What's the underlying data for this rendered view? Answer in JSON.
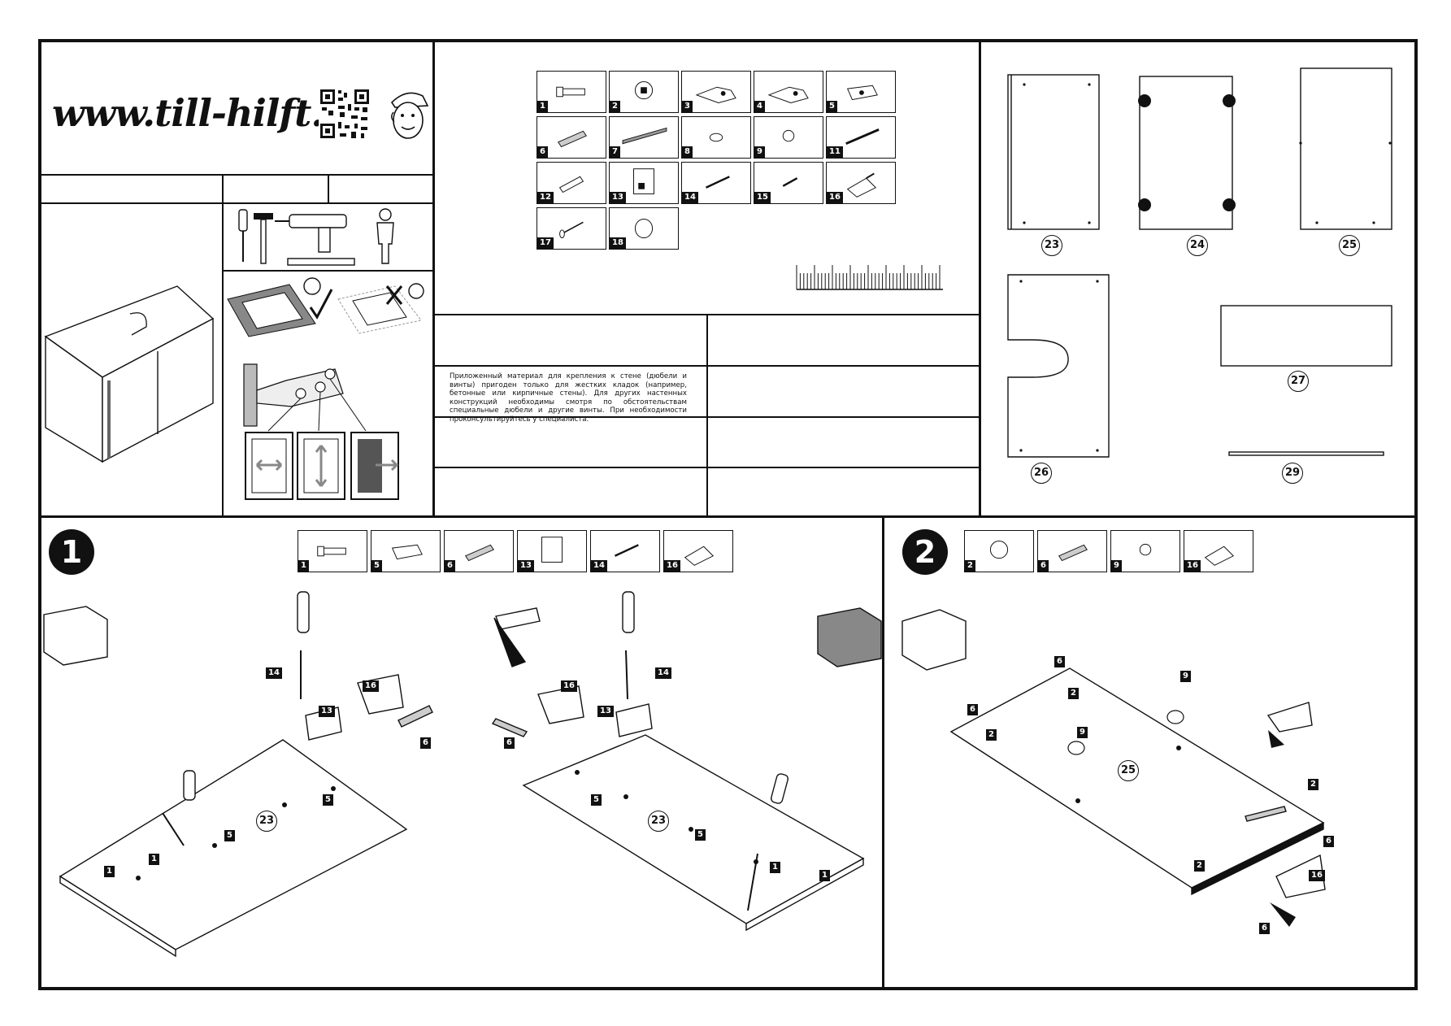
{
  "header": {
    "url": "www.till-hilft.de",
    "qr_icon": "qr-code-icon",
    "mascot_icon": "boy-with-cap-icon"
  },
  "tools_icons": [
    "screwdriver-icon",
    "hammer-icon",
    "drill-icon",
    "spirit-level-icon",
    "person-icon"
  ],
  "surface_icons": [
    "soft-surface-ok-icon",
    "hard-surface-wrong-icon"
  ],
  "hinge_icons": [
    "hinge-icon",
    "horizontal-adjust-icon",
    "vertical-adjust-icon",
    "depth-adjust-icon"
  ],
  "parts": [
    {
      "num": "1",
      "icon": "cam-bolt-icon"
    },
    {
      "num": "2",
      "icon": "cam-lock-icon"
    },
    {
      "num": "3",
      "icon": "hinge-icon"
    },
    {
      "num": "4",
      "icon": "hinge-icon"
    },
    {
      "num": "5",
      "icon": "mounting-plate-icon"
    },
    {
      "num": "6",
      "icon": "wooden-dowel-icon"
    },
    {
      "num": "7",
      "icon": "rail-icon"
    },
    {
      "num": "8",
      "icon": "bumper-pad-icon"
    },
    {
      "num": "9",
      "icon": "shelf-pin-icon"
    },
    {
      "num": "11",
      "icon": "long-screw-icon"
    },
    {
      "num": "12",
      "icon": "wall-plug-icon"
    },
    {
      "num": "13",
      "icon": "wall-bracket-icon"
    },
    {
      "num": "14",
      "icon": "screw-icon"
    },
    {
      "num": "15",
      "icon": "short-screw-icon"
    },
    {
      "num": "16",
      "icon": "glue-tube-icon"
    },
    {
      "num": "17",
      "icon": "nail-icon"
    },
    {
      "num": "18",
      "icon": "cover-cap-icon"
    }
  ],
  "note_text": "Приложенный материал для крепления к стене (дюбели и винты) пригоден только для жестких кладок (например, бетонные или кирпичные стены). Для других настенных конструкций необходимы смотря по обстоятельствам специальные дюбели и другие винты. При необходимости проконсультируйтесь у специалиста.",
  "panels": [
    {
      "num": "23"
    },
    {
      "num": "24"
    },
    {
      "num": "25"
    },
    {
      "num": "26"
    },
    {
      "num": "27"
    },
    {
      "num": "29"
    }
  ],
  "step1": {
    "number": "1",
    "parts": [
      "1",
      "5",
      "6",
      "13",
      "14",
      "16"
    ],
    "labels": {
      "panel": "23",
      "bolt": "1",
      "plate": "5",
      "dowel": "6",
      "bracket": "13",
      "screw": "14",
      "glue": "16"
    }
  },
  "step2": {
    "number": "2",
    "parts": [
      "2",
      "6",
      "9",
      "16"
    ],
    "labels": {
      "panel": "25",
      "cam": "2",
      "dowel": "6",
      "pin": "9",
      "glue": "16"
    }
  }
}
